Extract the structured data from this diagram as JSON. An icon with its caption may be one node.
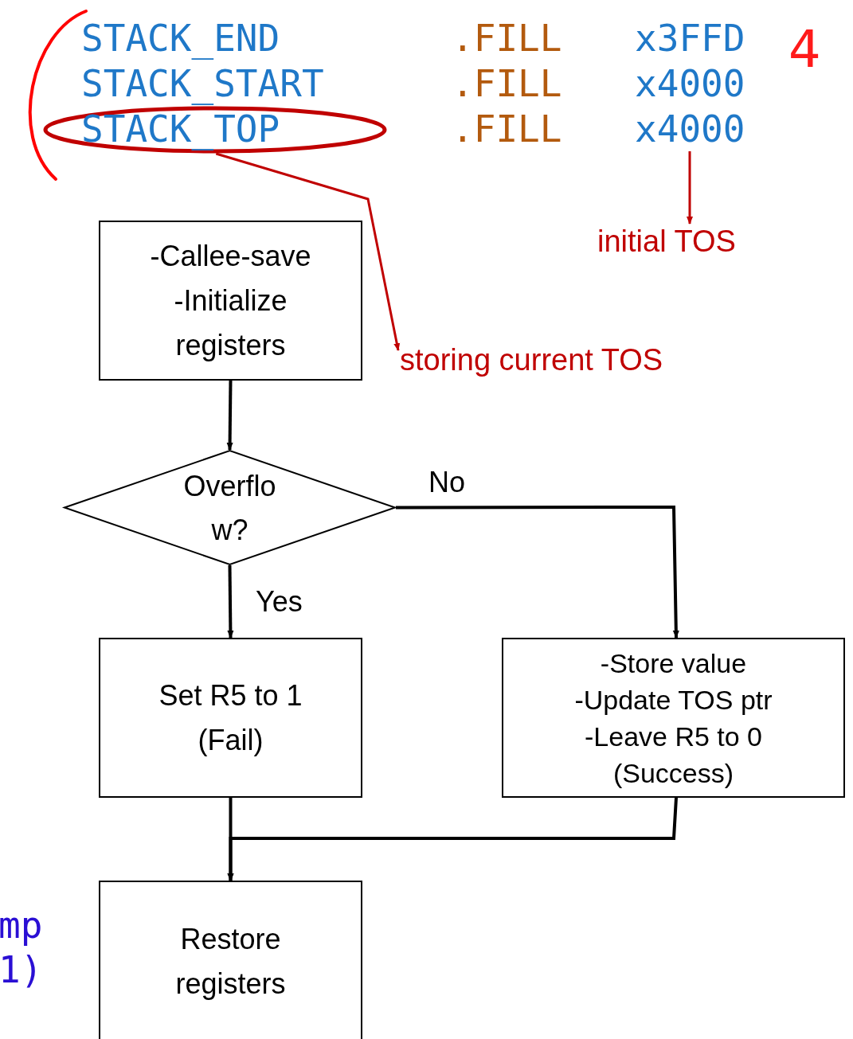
{
  "diagram": {
    "nodes": [
      {
        "text": [
          "STACK_TOP"
        ]
      },
      {
        "text": [
          "x4000"
        ]
      },
      {
        "text": [
          "initial TOS"
        ]
      },
      {
        "text": [
          "-Callee-save",
          "-Initialize registers"
        ]
      },
      {
        "text": [
          "storing current TOS"
        ]
      },
      {
        "text": [
          "Overflow?"
        ]
      },
      {
        "text": [
          "Set R5 to 1",
          "(Fail)"
        ]
      },
      {
        "text": [
          "-Store value",
          "-Update TOS ptr",
          "-Leave R5 to 0",
          "(Success)"
        ]
      },
      {
        "text": [
          "Restore registers"
        ]
      }
    ],
    "edges": [
      {
        "from": 0,
        "to": 4,
        "arrow": "to",
        "color": "#c00000"
      },
      {
        "from": 1,
        "to": 2,
        "arrow": "to",
        "color": "#c00000"
      },
      {
        "from": 3,
        "to": 5,
        "arrow": "to"
      },
      {
        "from": 5,
        "to": 6,
        "arrow": "to",
        "label": "Yes"
      },
      {
        "from": 5,
        "to": 7,
        "arrow": "to",
        "label": "No"
      },
      {
        "from": 6,
        "to": 8,
        "arrow": "to"
      },
      {
        "from": 7,
        "to": 8,
        "arrow": "to"
      }
    ],
    "labels": [
      "STACK_END",
      ".FILL",
      "x3FFD",
      "4",
      "STACK_START",
      ".FILL",
      "x4000",
      ".FILL",
      "mp",
      "1)"
    ]
  }
}
